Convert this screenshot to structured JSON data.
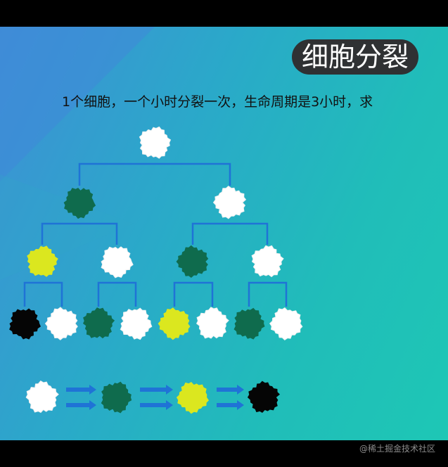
{
  "slide": {
    "title": "细胞分裂",
    "subtitle": "1个细胞，一个小时分裂一次，生命周期是3小时，求"
  },
  "watermark": "@稀土掘金技术社区",
  "colors": {
    "white": "#ffffff",
    "dark_green": "#0f6b4d",
    "yellow": "#dbe71f",
    "black": "#050505",
    "connector": "#1f73d6",
    "arrow": "#1f73d6"
  },
  "tree_levels": [
    [
      "white"
    ],
    [
      "dark_green",
      "white"
    ],
    [
      "yellow",
      "white",
      "dark_green",
      "white"
    ],
    [
      "black",
      "white",
      "dark_green",
      "white",
      "yellow",
      "white",
      "dark_green",
      "white"
    ]
  ],
  "lifecycle": [
    "white",
    "dark_green",
    "yellow",
    "black"
  ]
}
